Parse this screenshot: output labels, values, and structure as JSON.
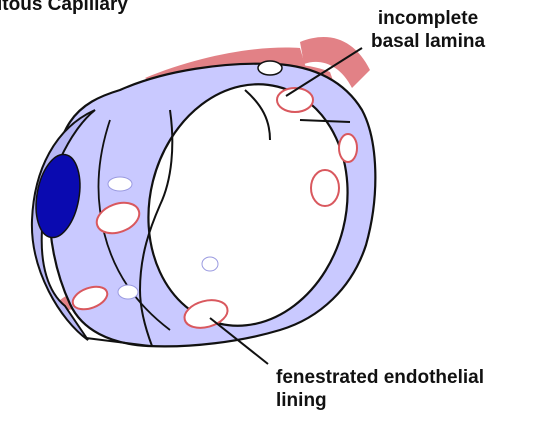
{
  "title": "itous Capillary",
  "labels": {
    "basal_lamina": [
      "incomplete",
      "basal lamina"
    ],
    "endothelial_lining": [
      "fenestrated endothelial",
      "lining"
    ]
  },
  "colors": {
    "endothelium": "#c9c9ff",
    "basal_lamina": "#d9585e",
    "nucleus": "#0a0ab0",
    "outline": "#111111",
    "text": "#111111"
  }
}
